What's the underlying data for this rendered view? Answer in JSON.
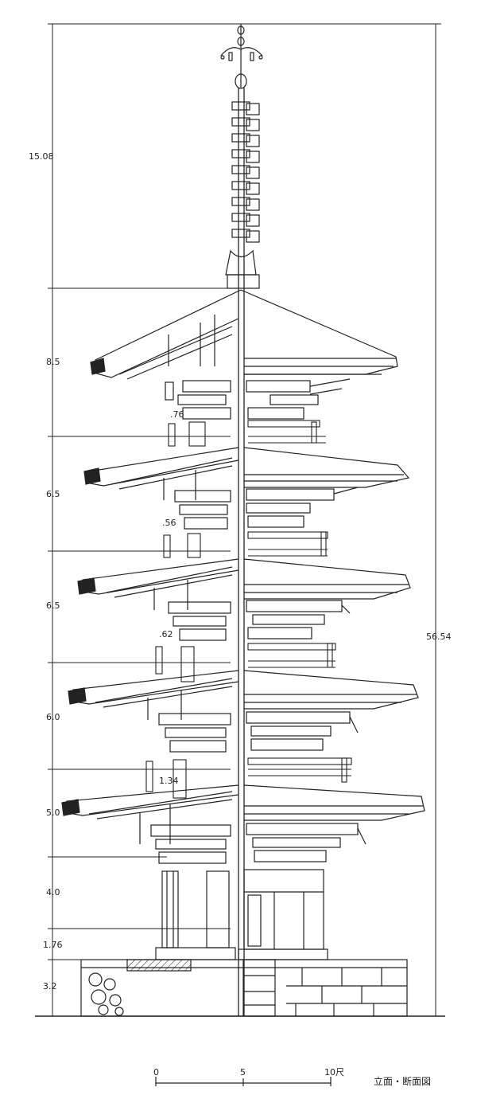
{
  "left_dimensions": [
    "15.08",
    "8.5",
    "6.5",
    "6.5",
    "6.0",
    "5.0",
    "4.0",
    "1.76",
    "3.2"
  ],
  "bracket_annotations": [
    ".76",
    ".56",
    ".62",
    "1.34"
  ],
  "total_height": "56.54",
  "scale_bar": {
    "labels": [
      "0",
      "5",
      "10尺"
    ]
  },
  "caption": "立面・断面図",
  "colors": {
    "ink": "#222222",
    "paper": "#ffffff"
  }
}
